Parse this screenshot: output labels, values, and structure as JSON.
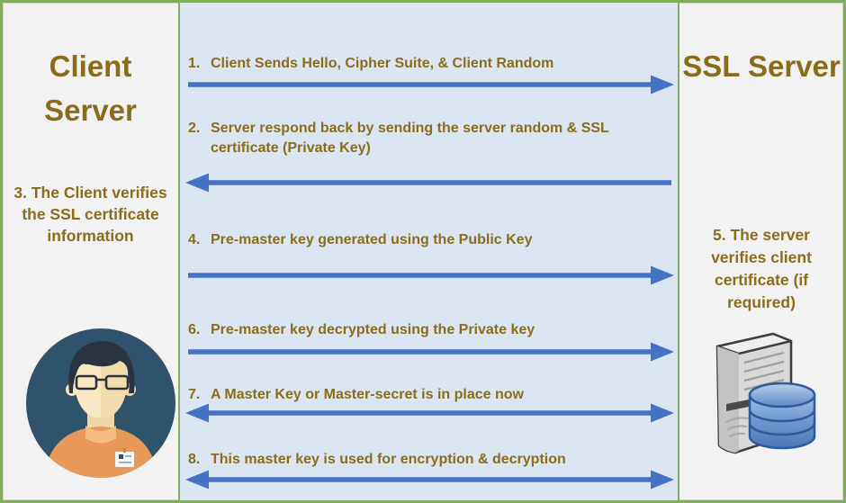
{
  "left_panel": {
    "title": "Client Server",
    "note": "3. The Client verifies the SSL certificate information",
    "icon": "person-avatar-icon"
  },
  "middle_panel": {
    "steps": [
      {
        "num": "1.",
        "text": "Client Sends Hello, Cipher Suite, & Client Random",
        "direction": "right"
      },
      {
        "num": "2.",
        "text": "Server respond back by sending the server random & SSL certificate (Private Key)",
        "direction": "left"
      },
      {
        "num": "4.",
        "text": "Pre-master key generated using the Public Key",
        "direction": "right"
      },
      {
        "num": "6.",
        "text": "Pre-master key decrypted using the Private key",
        "direction": "right"
      },
      {
        "num": "7.",
        "text": "A Master Key or Master-secret is in place now",
        "direction": "both"
      },
      {
        "num": "8.",
        "text": "This master key is used for encryption & decryption",
        "direction": "both"
      }
    ]
  },
  "right_panel": {
    "title": "SSL Server",
    "note": "5. The server verifies client certificate (if required)",
    "icon": "server-database-icon"
  },
  "colors": {
    "text_gold": "#8a6d1b",
    "arrow_blue": "#4472c4",
    "border_green": "#84ad63",
    "middle_bg": "#dbe6f2",
    "panel_bg": "#f2f2f2"
  }
}
